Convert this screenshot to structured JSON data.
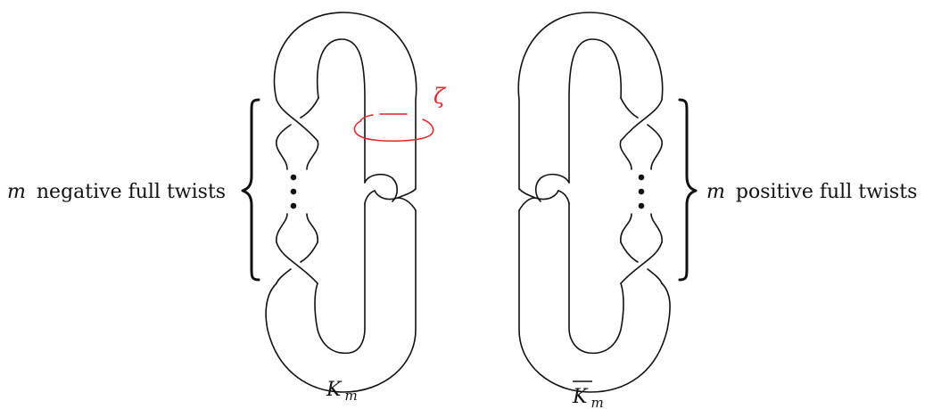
{
  "left_knot": {
    "name_main": "K",
    "name_sub": "m",
    "twist_label": {
      "variable": "m",
      "text": "negative full twists"
    },
    "meridian_symbol": "ζ",
    "meridian_color": "#e0262b"
  },
  "right_knot": {
    "name_main": "K",
    "name_sub": "m",
    "twist_label": {
      "variable": "m",
      "text": "positive full twists"
    }
  }
}
